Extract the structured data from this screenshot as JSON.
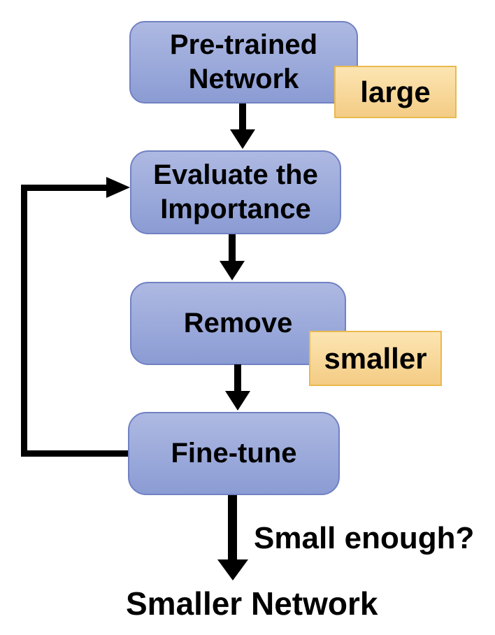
{
  "colors": {
    "node_top": "#aeb9e2",
    "node_bottom": "#8b9cd4",
    "node_border": "#7181c3",
    "tag_top": "#fce5b2",
    "tag_bottom": "#f4cc85",
    "tag_border": "#eab94f",
    "arrow": "#000000",
    "text": "#000000",
    "bg": "#ffffff"
  },
  "diagram": {
    "nodes": [
      {
        "id": "pretrained-network",
        "text": "Pre-trained\nNetwork"
      },
      {
        "id": "evaluate-importance",
        "text": "Evaluate the\nImportance"
      },
      {
        "id": "remove",
        "text": "Remove"
      },
      {
        "id": "fine-tune",
        "text": "Fine-tune"
      }
    ],
    "annotations": [
      {
        "id": "large",
        "text": "large"
      },
      {
        "id": "smaller",
        "text": "smaller"
      }
    ],
    "edge_label": "Small enough?",
    "result_label": "Smaller Network"
  }
}
